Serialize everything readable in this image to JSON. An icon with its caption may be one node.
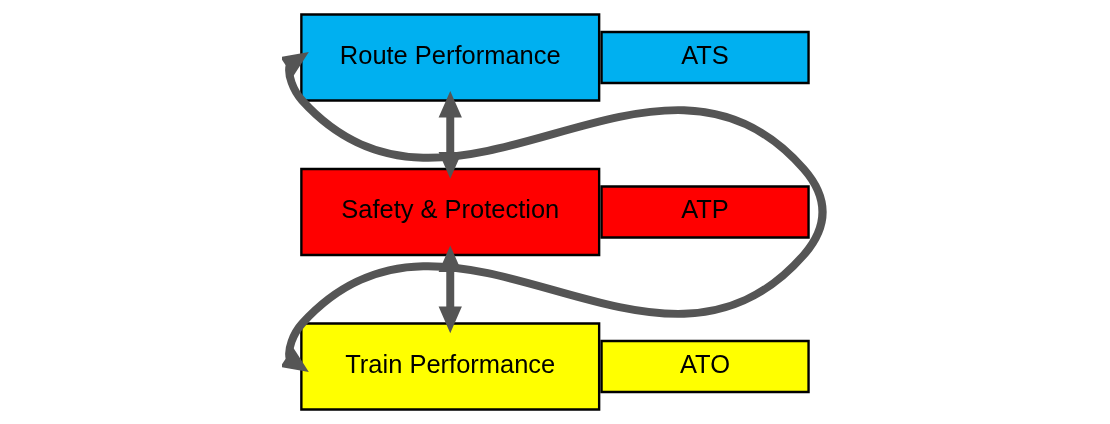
{
  "diagram": {
    "nodes": [
      {
        "text": [
          "Route Performance"
        ]
      },
      {
        "text": [
          "ATS"
        ]
      },
      {
        "text": [
          "Safety & Protection"
        ]
      },
      {
        "text": [
          "ATP"
        ]
      },
      {
        "text": [
          "Train Performance"
        ]
      },
      {
        "text": [
          "ATO"
        ]
      }
    ],
    "edges": [
      {
        "from": 0,
        "to": 2,
        "arrow": "both"
      },
      {
        "from": 2,
        "to": 4,
        "arrow": "both"
      },
      {
        "from": 0,
        "to": 4,
        "arrow": "both"
      }
    ]
  }
}
